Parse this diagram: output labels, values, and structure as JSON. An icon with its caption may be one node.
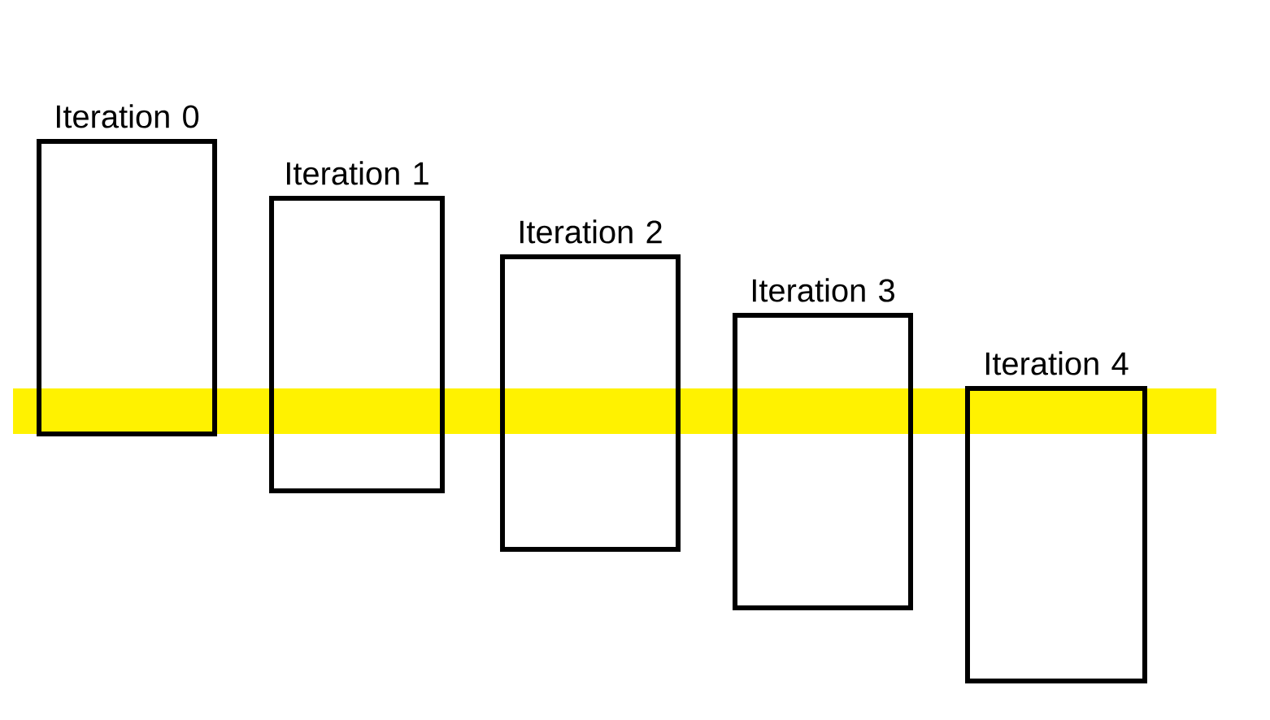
{
  "diagram": {
    "nodes": [
      {
        "text": [
          "Iteration 0"
        ]
      },
      {
        "text": [
          "Iteration 1"
        ]
      },
      {
        "text": [
          "Iteration 2"
        ]
      },
      {
        "text": [
          "Iteration 3"
        ]
      },
      {
        "text": [
          "Iteration 4"
        ]
      }
    ]
  }
}
